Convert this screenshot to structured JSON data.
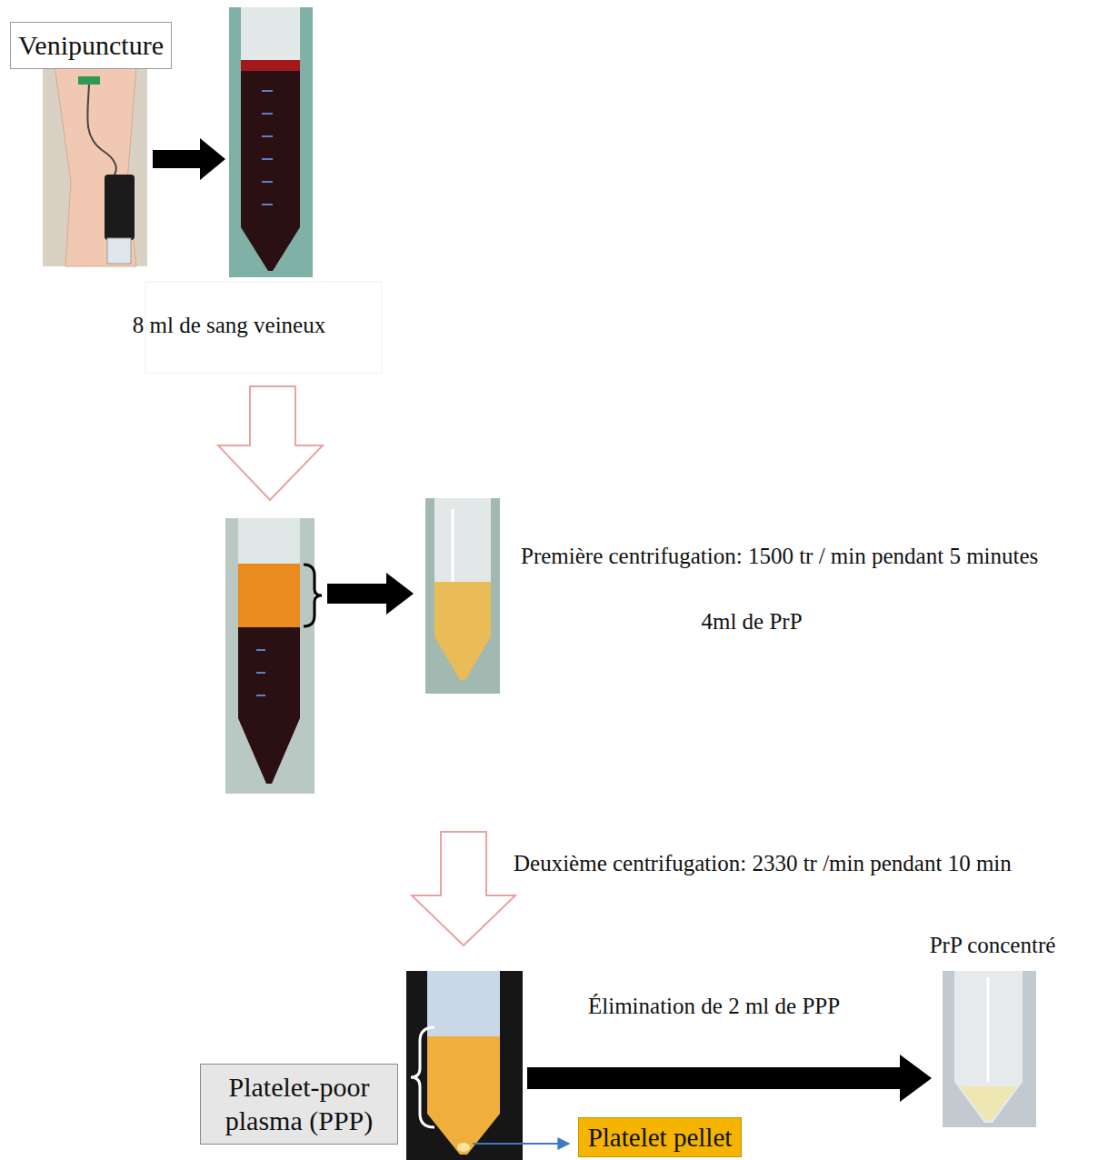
{
  "diagram": {
    "nodes": [
      {
        "text": [
          "Venipuncture"
        ]
      },
      {
        "text": [
          "Platelet-poor plasma (PPP)"
        ]
      },
      {
        "text": [
          "Platelet pellet"
        ]
      }
    ],
    "labels": [
      "8 ml de sang veineux",
      "Première centrifugation: 1500 tr / min pendant 5 minutes",
      "4ml de PrP",
      "Deuxième centrifugation: 2330 tr /min pendant 10 min",
      "PrP concentré",
      "Élimination de 2 ml de PPP"
    ]
  }
}
